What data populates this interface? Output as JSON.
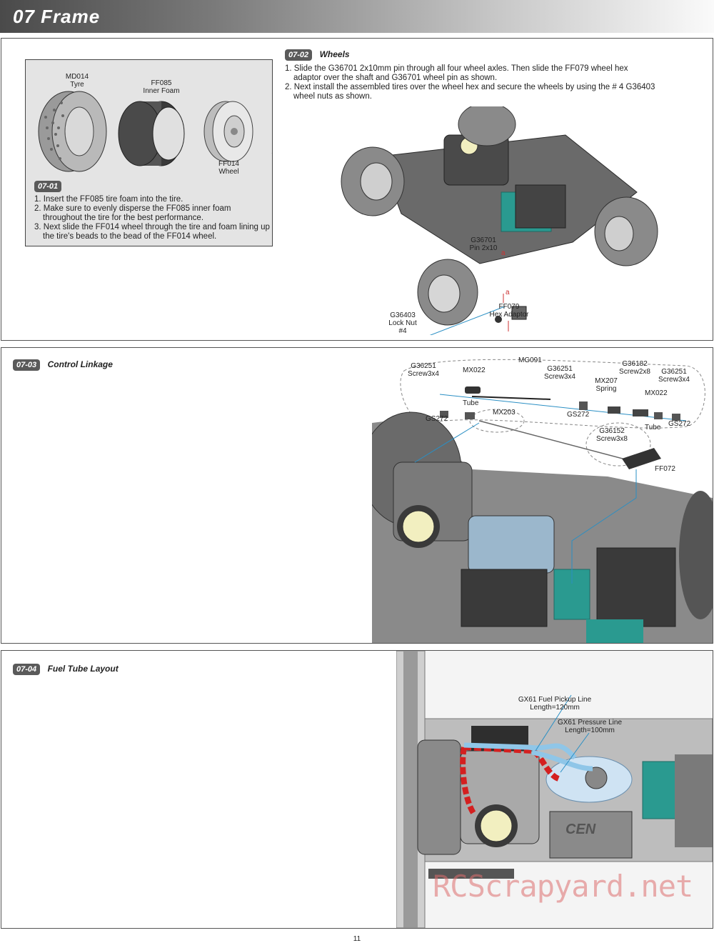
{
  "header": {
    "title": "07 Frame"
  },
  "step0701": {
    "badge": "07-01",
    "parts": {
      "tyre_code": "MD014",
      "tyre_name": "Tyre",
      "foam_code": "FF085",
      "foam_name": "Inner Foam",
      "wheel_code": "FF014",
      "wheel_name": "Wheel"
    },
    "instructions": [
      "1. Insert the FF085 tire foam into the tire.",
      "2. Make sure to evenly disperse the FF085 inner foam throughout the tire for the best performance.",
      "3. Next slide the FF014 wheel through the tire and foam lining up the tire's beads to the bead of the FF014 wheel."
    ]
  },
  "step0702": {
    "badge": "07-02",
    "title": "Wheels",
    "instructions": [
      "1. Slide the G36701 2x10mm pin through all four wheel axles.  Then slide the FF079 wheel hex adaptor over the shaft and G36701 wheel pin as shown.",
      "2. Next install the assembled tires over the wheel hex and secure the wheels by using the # 4 G36403 wheel nuts as shown."
    ],
    "labels": {
      "pin_code": "G36701",
      "pin_name": "Pin 2x10",
      "marker_a": "a",
      "hex_code": "FF079",
      "hex_name": "Hex Adaptor",
      "nut_code": "G36403",
      "nut_name": "Lock Nut",
      "nut_size": "#4"
    }
  },
  "step0703": {
    "badge": "07-03",
    "title": "Control Linkage",
    "labels": {
      "mg091": "MG091",
      "g36251_a": "G36251",
      "screw3x4_a": "Screw3x4",
      "mx022_a": "MX022",
      "g36251_b": "G36251",
      "screw3x4_b": "Screw3x4",
      "g36182": "G36182",
      "screw2x8": "Screw2x8",
      "g36251_c": "G36251",
      "screw3x4_c": "Screw3x4",
      "mx207": "MX207",
      "spring": "Spring",
      "mx022_b": "MX022",
      "tube_a": "Tube",
      "gs272_a": "GS272",
      "mx203": "MX203",
      "gs272_b": "GS272",
      "tube_b": "Tube",
      "gs272_c": "GS272",
      "g36152": "G36152",
      "screw3x8": "Screw3x8",
      "ff072": "FF072"
    }
  },
  "step0704": {
    "badge": "07-04",
    "title": "Fuel Tube Layout",
    "labels": {
      "pickup": "GX61 Fuel Pickup Line",
      "pickup_len": "Length=120mm",
      "pressure": "GX61 Pressure Line",
      "pressure_len": "Length=100mm",
      "logo": "CEN"
    }
  },
  "watermark": "RCScrapyard.net",
  "footer": {
    "page_number": "11"
  },
  "colors": {
    "accent_teal": "#2a9a90",
    "fuel_red": "#d42020",
    "fuel_blue": "#8fc6e8",
    "leader": "#2a8fc4"
  }
}
